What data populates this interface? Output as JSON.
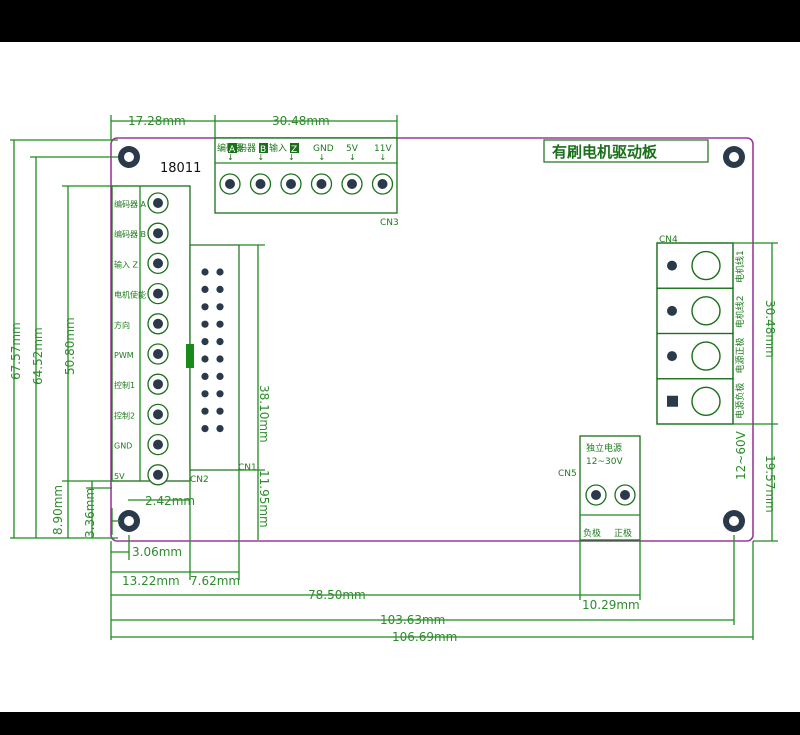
{
  "board": {
    "model_label": "18011",
    "title": "有刷电机驱动板"
  },
  "connectors": {
    "cn3": {
      "name": "CN3",
      "pin_labels": [
        "编码器",
        "A",
        "码器",
        "B",
        "输入",
        "Z",
        "GND",
        "5V",
        "11V"
      ]
    },
    "cn2": {
      "name": "CN2"
    },
    "cn1": {
      "name": "CN1"
    },
    "cn4": {
      "name": "CN4",
      "pin_labels": [
        "电机线1",
        "电机线2",
        "电源正极",
        "电源负极"
      ]
    },
    "cn5": {
      "name": "CN5",
      "title": "独立电源",
      "range": "12~30V",
      "pin_labels": [
        "负极",
        "正极"
      ]
    },
    "left_block": {
      "pin_labels": [
        "编码器 A",
        "编码器 B",
        "输入 Z",
        "电机使能",
        "方向",
        "PWM",
        "控制1",
        "控制2",
        "GND",
        "5V"
      ]
    }
  },
  "dimensions": {
    "top_left": "17.28mm",
    "top_cn3": "30.48mm",
    "left_outer": "67.57mm",
    "left_mid": "64.52mm",
    "left_inner": "50.80mm",
    "cn2_height": "38.10mm",
    "cn2_bottom": "11.95mm",
    "small_offset": "2.42mm",
    "bottom_left_v": "8.90mm",
    "bottom_left_v2": "3.36mm",
    "small_h": "3.06mm",
    "w_1322": "13.22mm",
    "w_762": "7.62mm",
    "w_7850": "78.50mm",
    "w_1029": "10.29mm",
    "w_10363": "103.63mm",
    "w_10669": "106.69mm",
    "right_cn4": "30.48mm",
    "right_voltage": "12~60V",
    "right_bottom": "19.57mm"
  },
  "colors": {
    "frame_bg": "#000000",
    "paper": "#ffffff",
    "outline": "#9a3a9a",
    "dimension": "#1f8a1f",
    "hole": "#2a3a4a"
  }
}
